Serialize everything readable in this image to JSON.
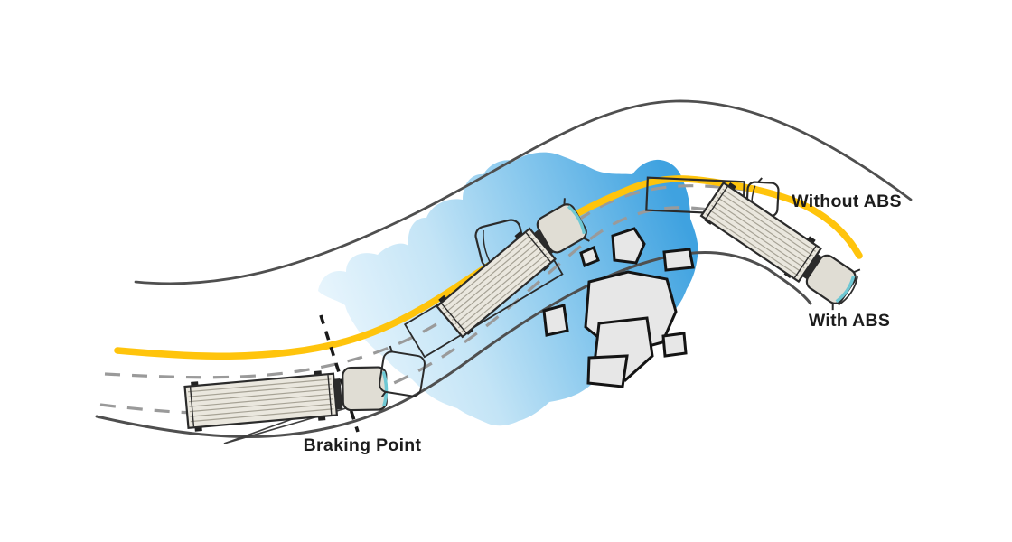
{
  "page": {
    "background": "#ffffff"
  },
  "diagram": {
    "description": "Top-down illustration comparing a semi-truck braking on a slippery curve with and without ABS",
    "labels": {
      "without_abs": "Without ABS",
      "with_abs": "With ABS",
      "braking_point": "Braking Point"
    },
    "colors": {
      "path_without_abs_yellow": "#FFC40C",
      "road_edge_gray": "#4f4f4f",
      "lane_dash_gray": "#9a9a9a",
      "braking_line_black": "#1a1a1a",
      "slippery_patch_light_blue": "#eaf6fd",
      "slippery_patch_mid_blue": "#8ccaee",
      "slippery_patch_deep_blue": "#3fa2e0",
      "rock_fill": "#e7e7e7",
      "rock_outline": "#141414",
      "trailer_fill": "#eae7de",
      "cab_fill": "#e0ddd4",
      "windshield_teal": "#6fc8d4",
      "label_text": "#1c1c1c"
    },
    "objects": {
      "truck_before_braking": "semi-truck driving in its lane before the braking point",
      "truck_skidding": "semi-truck jackknifing sideways on the slippery patch",
      "truck_with_abs": "semi-truck steering through the curve with ABS",
      "truck_without_abs_ghost": "outlined truck sliding straight off the curve without ABS",
      "slippery_patch": "blue water / ice patch across the road",
      "rocks": "rock debris cluster on the inside of the curve"
    }
  }
}
